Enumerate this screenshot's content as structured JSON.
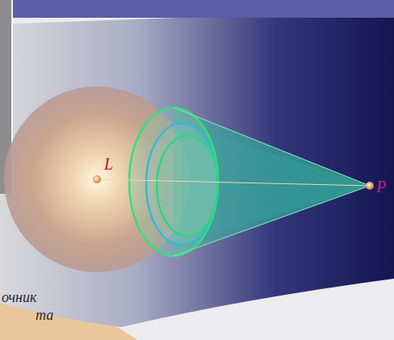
{
  "diagram": {
    "labels": [
      "L",
      "P",
      "очник",
      "та"
    ]
  }
}
